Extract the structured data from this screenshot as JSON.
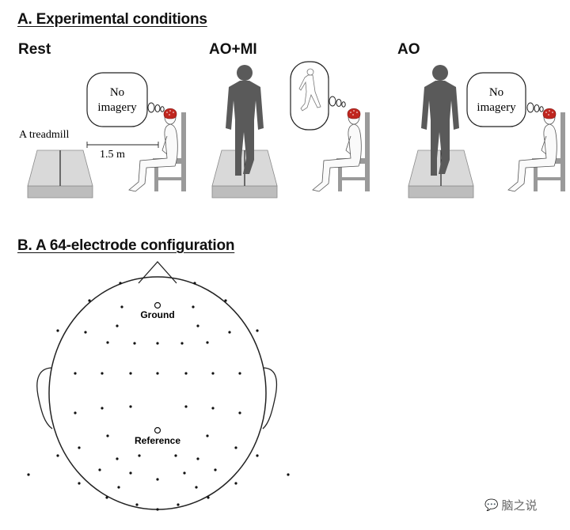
{
  "section_a": {
    "title": "A. Experimental conditions",
    "conditions": [
      {
        "name": "Rest",
        "thought": [
          "No",
          "imagery"
        ]
      },
      {
        "name": "AO+MI",
        "thought": []
      },
      {
        "name": "AO",
        "thought": [
          "No",
          "imagery"
        ]
      }
    ],
    "treadmill_label": "A treadmill",
    "distance_label": "1.5 m"
  },
  "section_b": {
    "title": "B. A 64-electrode configuration",
    "ground_label": "Ground",
    "reference_label": "Reference"
  },
  "watermark": {
    "text": "脑之说",
    "icon": "wechat-icon"
  },
  "colors": {
    "figure": "#5a5a5a",
    "cap": "#c0261f",
    "chair": "#9a9a9a",
    "treadmill_top": "#d9d9d9",
    "treadmill_side": "#bdbdbd"
  }
}
